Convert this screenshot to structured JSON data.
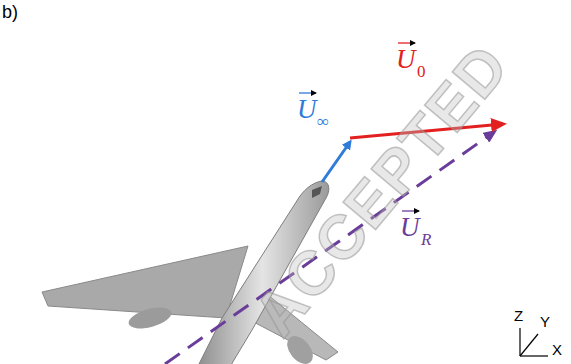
{
  "diagram": {
    "labels": [
      "b)",
      "U",
      "∞",
      "U",
      "0",
      "U",
      "R",
      "Z",
      "Y",
      "X",
      "ACCEPTED"
    ]
  }
}
